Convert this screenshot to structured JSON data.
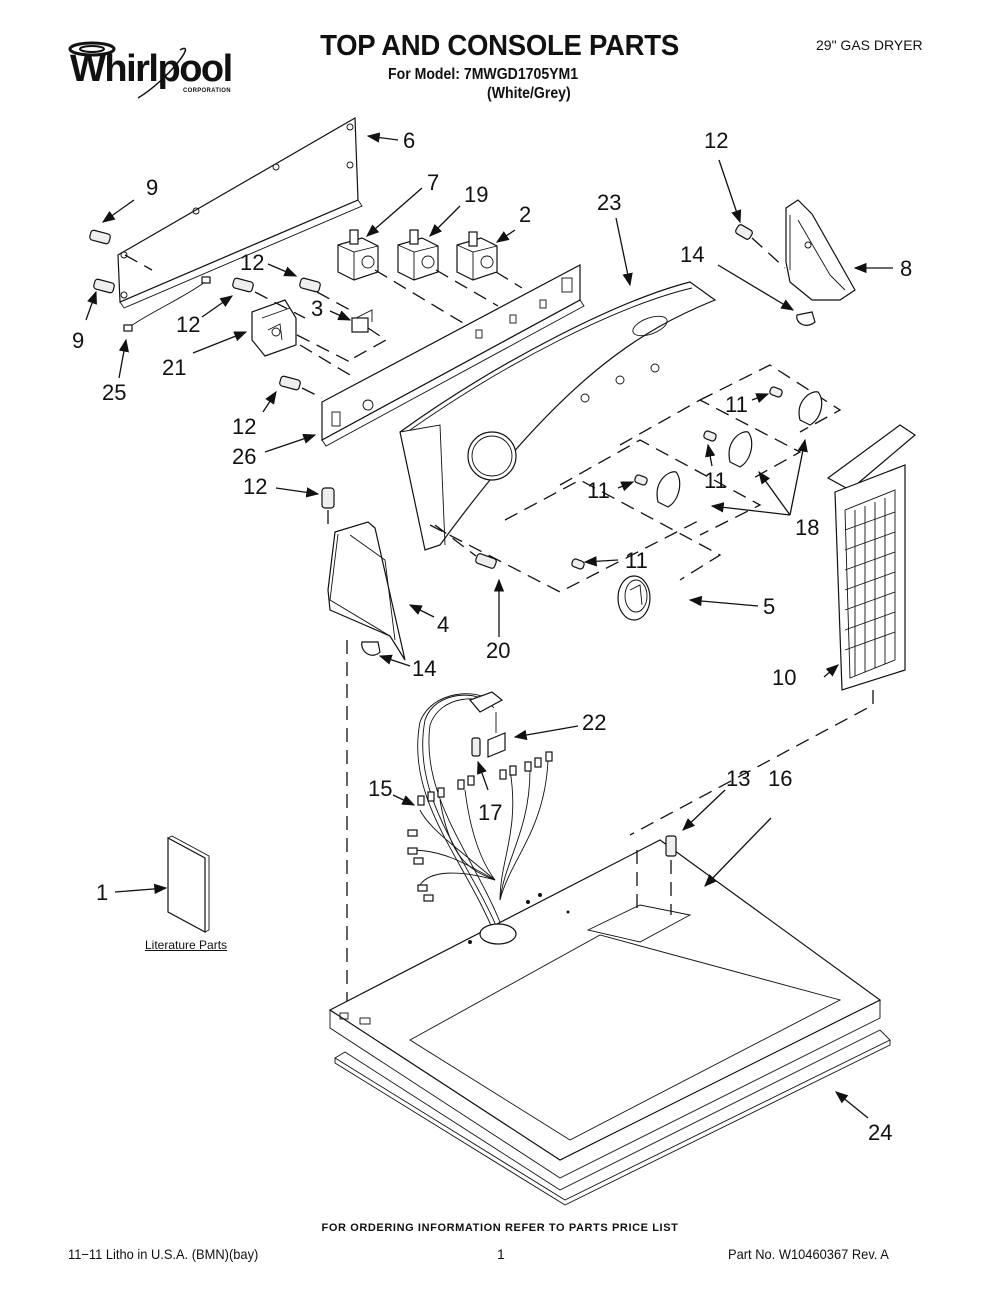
{
  "header": {
    "brand": "Whirlpool",
    "brand_sub": "CORPORATION",
    "title": "TOP AND CONSOLE PARTS",
    "model_line": "For Model: 7MWGD1705YM1",
    "color_line": "(White/Grey)",
    "product": "29\" GAS DRYER"
  },
  "callouts": {
    "c1": "1",
    "c2": "2",
    "c3": "3",
    "c4": "4",
    "c5": "5",
    "c6": "6",
    "c7": "7",
    "c8": "8",
    "c9a": "9",
    "c9b": "9",
    "c10": "10",
    "c11a": "11",
    "c11b": "11",
    "c11c": "11",
    "c11d": "11",
    "c12a": "12",
    "c12b": "12",
    "c12c": "12",
    "c12d": "12",
    "c12e": "12",
    "c13": "13",
    "c14a": "14",
    "c14b": "14",
    "c15": "15",
    "c16": "16",
    "c17": "17",
    "c18": "18",
    "c19": "19",
    "c20": "20",
    "c21": "21",
    "c22": "22",
    "c23": "23",
    "c24": "24",
    "c25": "25",
    "c26": "26"
  },
  "literature_label": "Literature Parts",
  "footer": {
    "ordering": "FOR ORDERING INFORMATION REFER TO PARTS PRICE LIST",
    "litho": "11−11 Litho in U.S.A. (BMN)(bay)",
    "page": "1",
    "part_no": "Part No. W10460367 Rev. A"
  }
}
